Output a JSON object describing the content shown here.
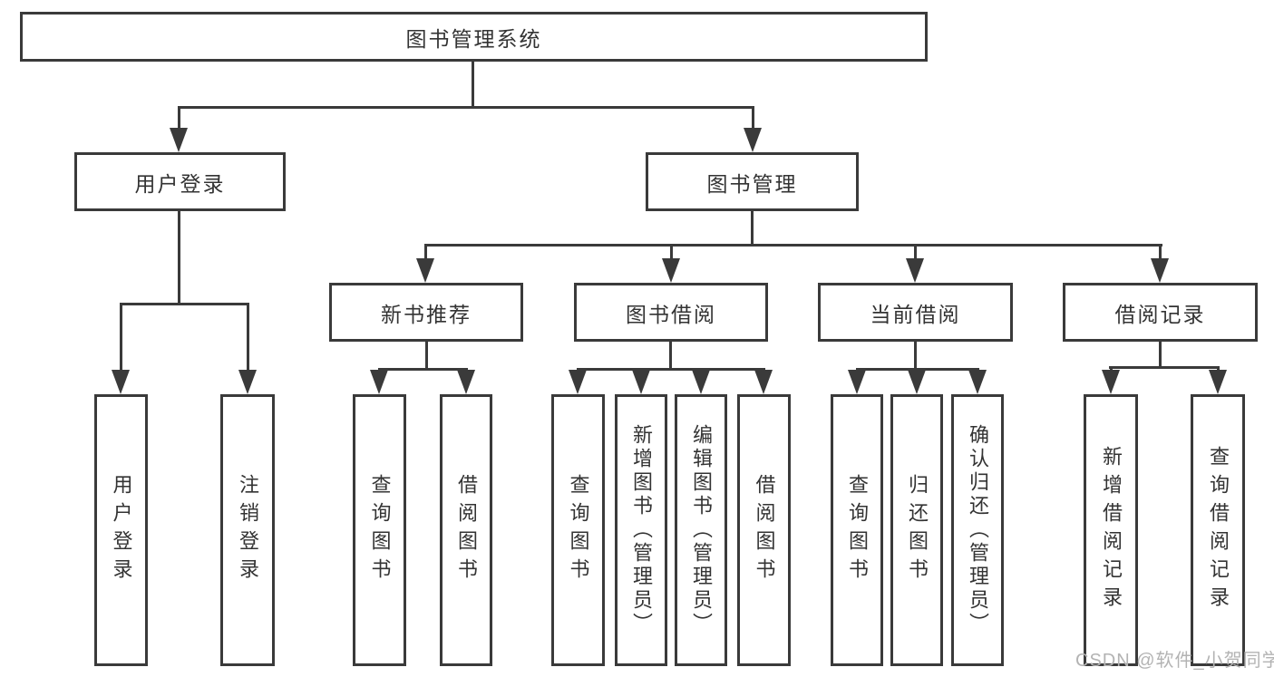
{
  "tree": {
    "label": "图书管理系统",
    "children": [
      {
        "label": "用户登录",
        "children": [
          {
            "label": "用户登录"
          },
          {
            "label": "注销登录"
          }
        ]
      },
      {
        "label": "图书管理",
        "children": [
          {
            "label": "新书推荐",
            "children": [
              {
                "label": "查询图书"
              },
              {
                "label": "借阅图书"
              }
            ]
          },
          {
            "label": "图书借阅",
            "children": [
              {
                "label": "查询图书"
              },
              {
                "label": "新增图书（管理员）"
              },
              {
                "label": "编辑图书（管理员）"
              },
              {
                "label": "借阅图书"
              }
            ]
          },
          {
            "label": "当前借阅",
            "children": [
              {
                "label": "查询图书"
              },
              {
                "label": "归还图书"
              },
              {
                "label": "确认归还（管理员）"
              }
            ]
          },
          {
            "label": "借阅记录",
            "children": [
              {
                "label": "新增借阅记录"
              },
              {
                "label": "查询借阅记录"
              }
            ]
          }
        ]
      }
    ]
  },
  "watermark": {
    "text": "CSDN @软件_小贺同学"
  },
  "colors": {
    "line": "#3a3a3a",
    "node_text": "#333333",
    "watermark": "#b3b3b3",
    "background": "#ffffff"
  }
}
